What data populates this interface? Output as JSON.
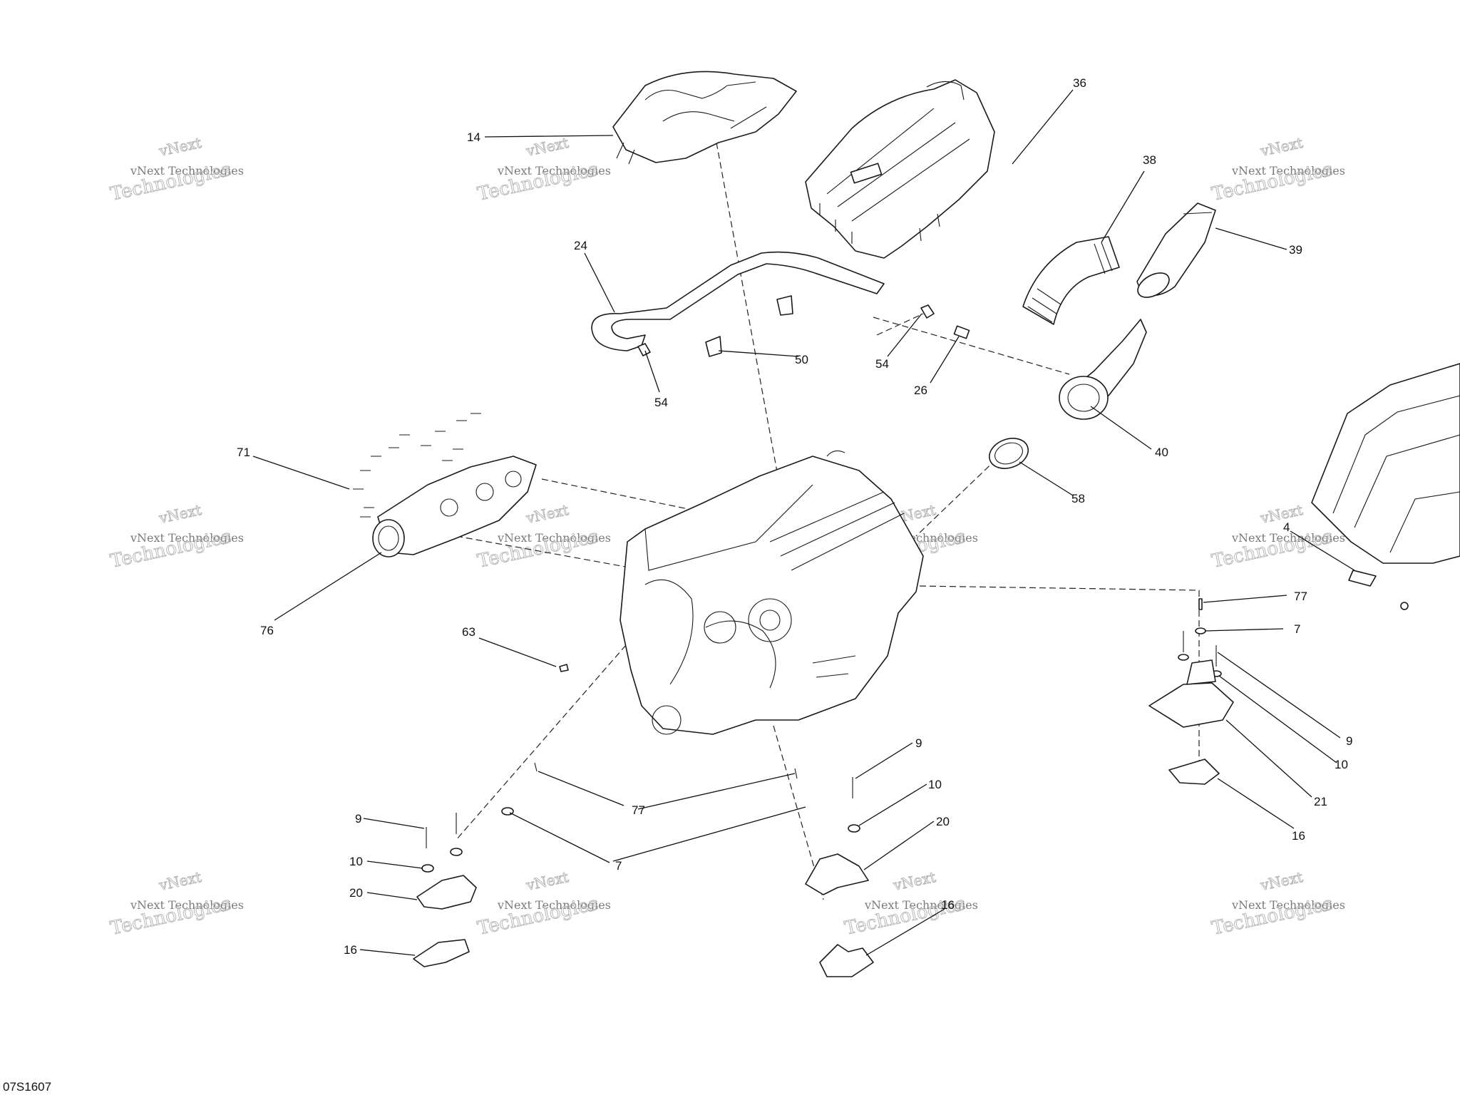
{
  "diagram": {
    "document_number": "07S1607",
    "watermark": {
      "line1": "vNext",
      "line2": "vNext Technologies",
      "line3": "Technologies"
    },
    "callouts": [
      {
        "id": "c14",
        "label": "14"
      },
      {
        "id": "c36",
        "label": "36"
      },
      {
        "id": "c38",
        "label": "38"
      },
      {
        "id": "c39",
        "label": "39"
      },
      {
        "id": "c24",
        "label": "24"
      },
      {
        "id": "c50",
        "label": "50"
      },
      {
        "id": "c54a",
        "label": "54"
      },
      {
        "id": "c54b",
        "label": "54"
      },
      {
        "id": "c26",
        "label": "26"
      },
      {
        "id": "c40",
        "label": "40"
      },
      {
        "id": "c58",
        "label": "58"
      },
      {
        "id": "c71",
        "label": "71"
      },
      {
        "id": "c76",
        "label": "76"
      },
      {
        "id": "c63",
        "label": "63"
      },
      {
        "id": "c4",
        "label": "4"
      },
      {
        "id": "c77r",
        "label": "77"
      },
      {
        "id": "c7r",
        "label": "7"
      },
      {
        "id": "c9r",
        "label": "9"
      },
      {
        "id": "c10r",
        "label": "10"
      },
      {
        "id": "c21",
        "label": "21"
      },
      {
        "id": "c16r",
        "label": "16"
      },
      {
        "id": "c77c",
        "label": "77"
      },
      {
        "id": "c7c",
        "label": "7"
      },
      {
        "id": "c9c",
        "label": "9"
      },
      {
        "id": "c10c",
        "label": "10"
      },
      {
        "id": "c20c",
        "label": "20"
      },
      {
        "id": "c16c",
        "label": "16"
      },
      {
        "id": "c9l",
        "label": "9"
      },
      {
        "id": "c10l",
        "label": "10"
      },
      {
        "id": "c20l",
        "label": "20"
      },
      {
        "id": "c16l",
        "label": "16"
      }
    ]
  }
}
